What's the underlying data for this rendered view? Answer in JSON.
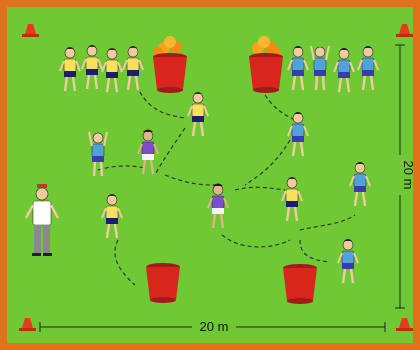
{
  "diagram": {
    "field_color": "#6ec935",
    "border_color": "#e3701a",
    "width_label": "20 m",
    "height_label": "20 m",
    "cones": [
      "top-left",
      "top-right",
      "bottom-left",
      "bottom-right"
    ],
    "buckets": [
      {
        "id": "bucket-top-left",
        "balls": 4
      },
      {
        "id": "bucket-top-right",
        "balls": 4
      },
      {
        "id": "bucket-bottom-left",
        "balls": 0
      },
      {
        "id": "bucket-bottom-right",
        "balls": 0
      }
    ],
    "teams": [
      {
        "name": "yellow-team",
        "shirt": "#f5e15c",
        "shorts": "#1d1d6e"
      },
      {
        "name": "blue-team",
        "shirt": "#4fa3d8",
        "shorts": "#3b3bb0"
      },
      {
        "name": "purple-team",
        "shirt": "#7b4fc8",
        "shorts": "#f5f5f5"
      }
    ],
    "referee": {
      "shirt": "#ffffff",
      "trousers": "#8a8a8a",
      "cap": "#c0392b"
    }
  }
}
